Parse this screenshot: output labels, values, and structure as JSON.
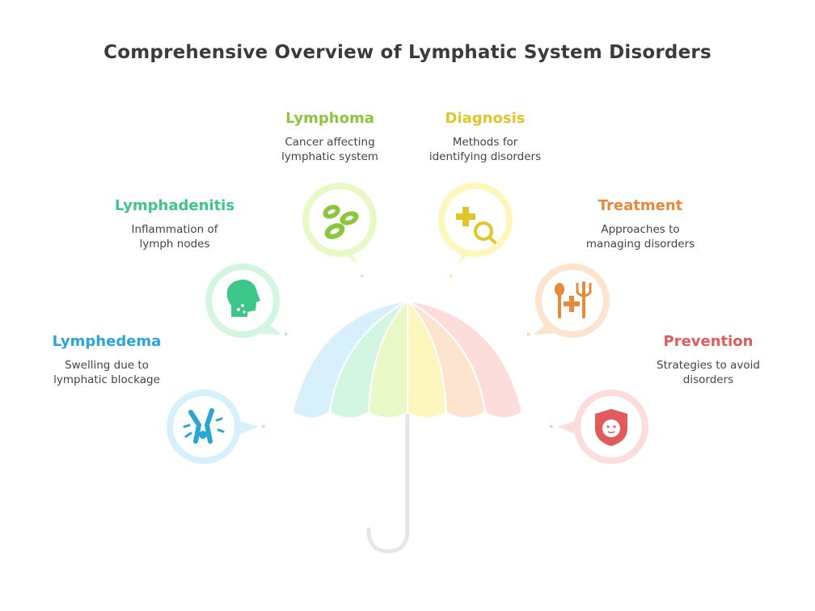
{
  "title": "Comprehensive Overview of Lymphatic System Disorders",
  "items": [
    {
      "name": "Lymphedema",
      "description_lines": [
        "Swelling due to",
        "lymphatic blockage"
      ],
      "color": "#2aa6d6",
      "icon": "lymph-vessel-icon"
    },
    {
      "name": "Lymphadenitis",
      "description_lines": [
        "Inflammation of",
        "lymph nodes"
      ],
      "color": "#3cc68a",
      "icon": "head-profile-icon"
    },
    {
      "name": "Lymphoma",
      "description_lines": [
        "Cancer affecting",
        "lymphatic system"
      ],
      "color": "#8cc63f",
      "icon": "cells-icon"
    },
    {
      "name": "Diagnosis",
      "description_lines": [
        "Methods for",
        "identifying disorders"
      ],
      "color": "#e0c52c",
      "icon": "medical-search-icon"
    },
    {
      "name": "Treatment",
      "description_lines": [
        "Approaches to",
        "managing disorders"
      ],
      "color": "#e8883a",
      "icon": "food-medicine-icon"
    },
    {
      "name": "Prevention",
      "description_lines": [
        "Strategies to avoid",
        "disorders"
      ],
      "color": "#e05b5b",
      "icon": "shield-face-icon"
    }
  ]
}
